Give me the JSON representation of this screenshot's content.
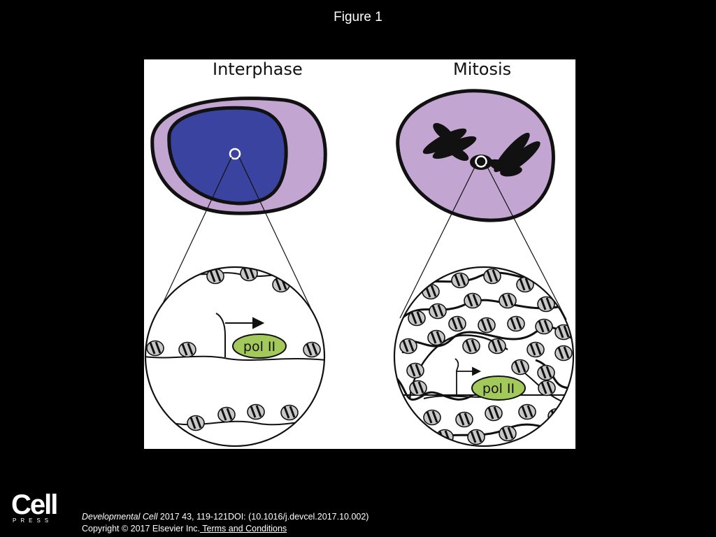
{
  "title": "Figure 1",
  "panels": {
    "left_heading": "Interphase",
    "right_heading": "Mitosis",
    "left_label": "pol II",
    "right_label": "pol II"
  },
  "colors": {
    "cytoplasm": "#c3a5d2",
    "nucleus": "#3a43a0",
    "pol_ii": "#a3c95b",
    "nucleosome": "#c8c8c8"
  },
  "logo": {
    "main": "Cell",
    "sub": "PRESS"
  },
  "citation": {
    "journal": "Developmental Cell",
    "ref": " 2017 43, 119-121DOI: (10.1016/j.devcel.2017.10.002)",
    "copyright": "Copyright © 2017 Elsevier Inc.",
    "terms": " Terms and Conditions"
  }
}
